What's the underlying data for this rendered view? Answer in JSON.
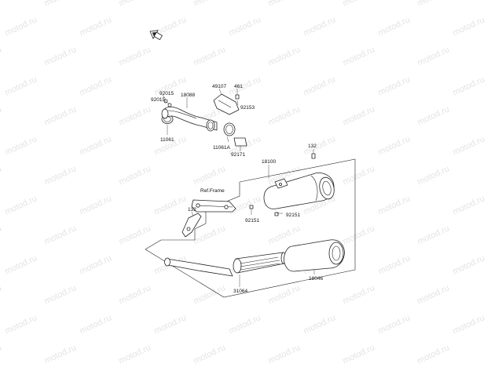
{
  "watermark": "motod.ru",
  "diagram": {
    "ref_frame": "Ref.Frame",
    "parts": {
      "p92015a": "92015",
      "p92015b": "92015",
      "p18088": "18088",
      "p49107": "49107",
      "p461": "461",
      "p92153": "92153",
      "p11061": "11061",
      "p11061A": "11061A",
      "p92171": "92171",
      "p132a": "132",
      "p18100": "18100",
      "p132b": "132",
      "p92151a": "92151",
      "p92151b": "92151",
      "p31064": "31064",
      "p18046": "18046"
    }
  },
  "colors": {
    "line": "#222222",
    "watermark": "#e4e4e4",
    "background": "#ffffff"
  }
}
